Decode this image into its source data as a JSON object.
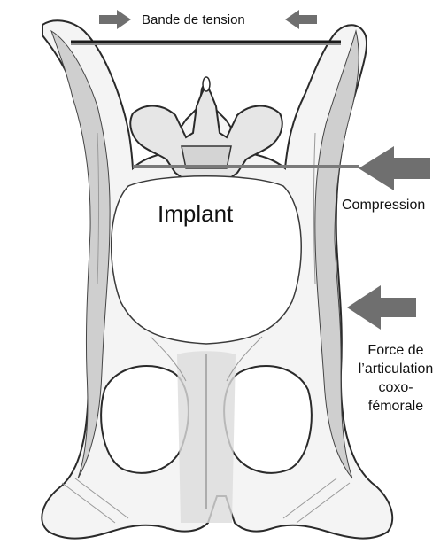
{
  "labels": {
    "tension_band": "Bande de tension",
    "implant": "Implant",
    "compression": "Compression",
    "hip_force": [
      "Force de",
      "l’articulation",
      "coxo-",
      "fémorale"
    ]
  },
  "colors": {
    "bone_outline": "#2a2a2a",
    "bone_fill": "#f4f4f4",
    "shading": "#8a8a8a",
    "arrow": "#6f6f6f",
    "tension_bar": "#1a1a1a",
    "compression_bar": "#7a7a7a",
    "background": "#ffffff"
  },
  "icons": {
    "tension_arrows": "arrow-right-icon, arrow-left-icon",
    "compression_arrow": "arrow-left-icon",
    "hip_force_arrow": "arrow-left-icon"
  }
}
